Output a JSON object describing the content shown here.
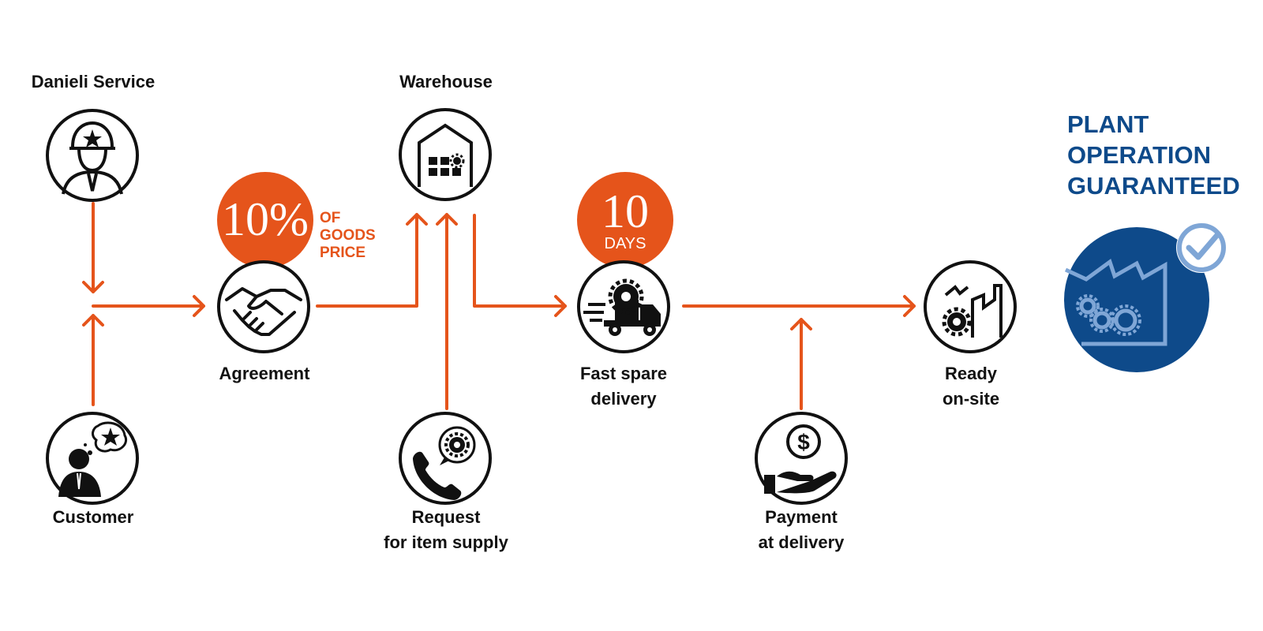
{
  "colors": {
    "accent": "#e5541b",
    "brand_blue": "#0e4a8a",
    "light_blue": "#7fa6d6",
    "icon_dark": "#111111"
  },
  "headline": [
    "PLANT",
    "OPERATION",
    "GUARANTEED"
  ],
  "nodes": {
    "danieli_service": {
      "label": "Danieli Service",
      "icon": "engineer-icon"
    },
    "customer": {
      "label": "Customer",
      "icon": "thinking-customer-icon"
    },
    "agreement": {
      "label": "Agreement",
      "icon": "handshake-icon"
    },
    "warehouse": {
      "label": "Warehouse",
      "icon": "warehouse-icon"
    },
    "request": {
      "label_lines": [
        "Request",
        "for item supply"
      ],
      "icon": "phone-gear-icon"
    },
    "delivery": {
      "label_lines": [
        "Fast spare",
        "delivery"
      ],
      "icon": "fast-truck-icon"
    },
    "payment": {
      "label_lines": [
        "Payment",
        "at delivery"
      ],
      "icon": "hand-dollar-icon"
    },
    "ready": {
      "label_lines": [
        "Ready",
        "on-site"
      ],
      "icon": "factory-gear-icon"
    }
  },
  "badges": {
    "discount": {
      "value": "10%",
      "note": [
        "OF",
        "GOODS",
        "PRICE"
      ]
    },
    "days": {
      "value": "10",
      "unit": "DAYS"
    }
  }
}
